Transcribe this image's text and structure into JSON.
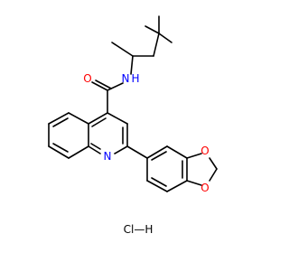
{
  "atoms": {
    "amide_o": {
      "text": "O",
      "color": "#ff0000"
    },
    "amide_n": {
      "text": "N",
      "color": "#0000ff"
    },
    "amide_h": {
      "text": "H",
      "color": "#0000ff"
    },
    "ring_n": {
      "text": "N",
      "color": "#0000ff"
    },
    "diox_o1": {
      "text": "O",
      "color": "#ff0000"
    },
    "diox_o2": {
      "text": "O",
      "color": "#ff0000"
    },
    "salt": {
      "text": "Cl—H",
      "color": "#000000"
    }
  }
}
